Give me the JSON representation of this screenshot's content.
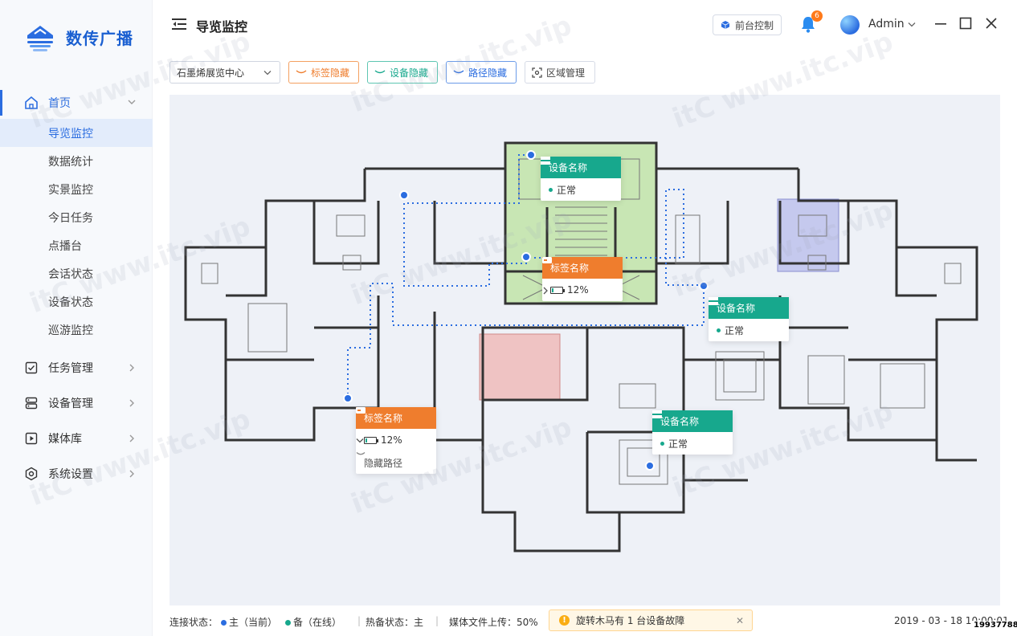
{
  "brand": {
    "name": "数传广播"
  },
  "sidebar": {
    "home": {
      "label": "首页"
    },
    "sub_items": [
      {
        "label": "导览监控",
        "active": true
      },
      {
        "label": "数据统计"
      },
      {
        "label": "实景监控"
      },
      {
        "label": "今日任务"
      },
      {
        "label": "点播台"
      },
      {
        "label": "会话状态"
      },
      {
        "label": "设备状态"
      },
      {
        "label": "巡游监控"
      }
    ],
    "groups": [
      {
        "label": "任务管理",
        "icon": "task-icon"
      },
      {
        "label": "设备管理",
        "icon": "device-icon"
      },
      {
        "label": "媒体库",
        "icon": "media-icon"
      },
      {
        "label": "系统设置",
        "icon": "settings-icon"
      }
    ]
  },
  "header": {
    "title": "导览监控",
    "front_control": "前台控制",
    "notification_count": "6",
    "user": "Admin"
  },
  "toolbar": {
    "location": "石墨烯展览中心",
    "tag_hide": "标签隐藏",
    "device_hide": "设备隐藏",
    "path_hide": "路径隐藏",
    "area_manage": "区域管理"
  },
  "map": {
    "popups": {
      "device_a": {
        "title": "设备名称",
        "status": "正常"
      },
      "tag_a": {
        "title": "标签名称",
        "battery": "12%"
      },
      "device_b": {
        "title": "设备名称",
        "status": "正常"
      },
      "tag_b": {
        "title": "标签名称",
        "battery": "12%",
        "action": "隐藏路径"
      },
      "device_c": {
        "title": "设备名称",
        "status": "正常"
      }
    },
    "battery_level": 0.12
  },
  "watermark": {
    "text": "itC www.itc.vip"
  },
  "status": {
    "conn_label": "连接状态：",
    "main": "主（当前）",
    "backup": "备（在线）",
    "hot_backup": "热备状态：主",
    "upload": "媒体文件上传：50%",
    "alert": "旋转木马有 1 台设备故障",
    "datetime": "2019 - 03 - 18  10:00:01",
    "corner_id": "19937788",
    "colors": {
      "main": "#2b6de0",
      "backup": "#17a88d"
    }
  }
}
